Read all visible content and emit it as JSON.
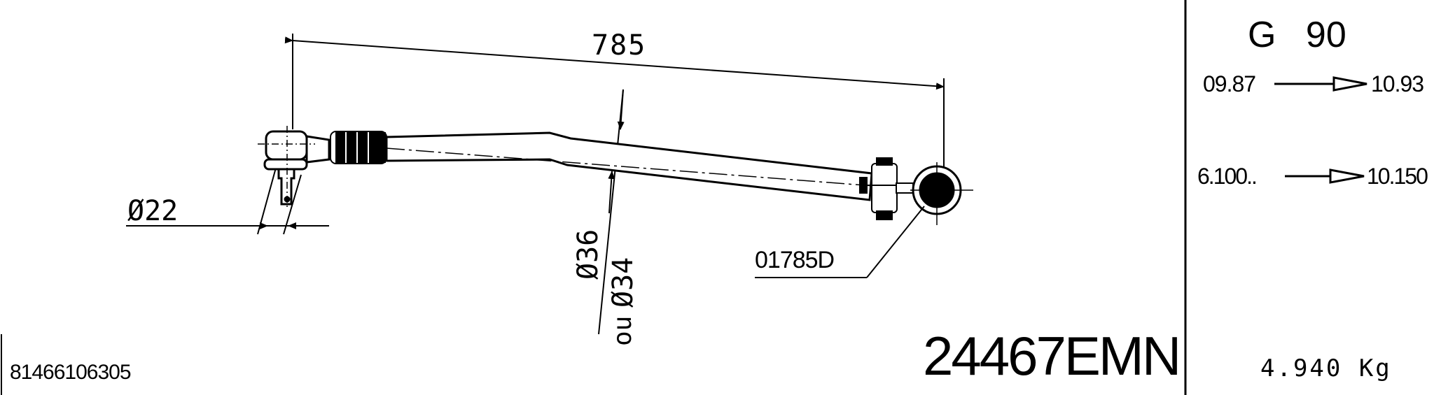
{
  "drawing": {
    "overall_length": "785",
    "ball_pin_diameter": "Ø22",
    "tube_diameter_primary": "Ø36",
    "tube_diameter_alt_prefix": "ou",
    "tube_diameter_alt": "Ø34",
    "end_reference": "01785D"
  },
  "title_block": {
    "part_number": "24467EMN",
    "reference_number": "81466106305",
    "weight": "4.940 Kg"
  },
  "applicability": {
    "model": "G 90",
    "date_from": "09.87",
    "date_to": "10.93",
    "chassis_from": "6.100..",
    "chassis_to": "10.150"
  },
  "colors": {
    "ink": "#000000",
    "paper": "#ffffff"
  }
}
